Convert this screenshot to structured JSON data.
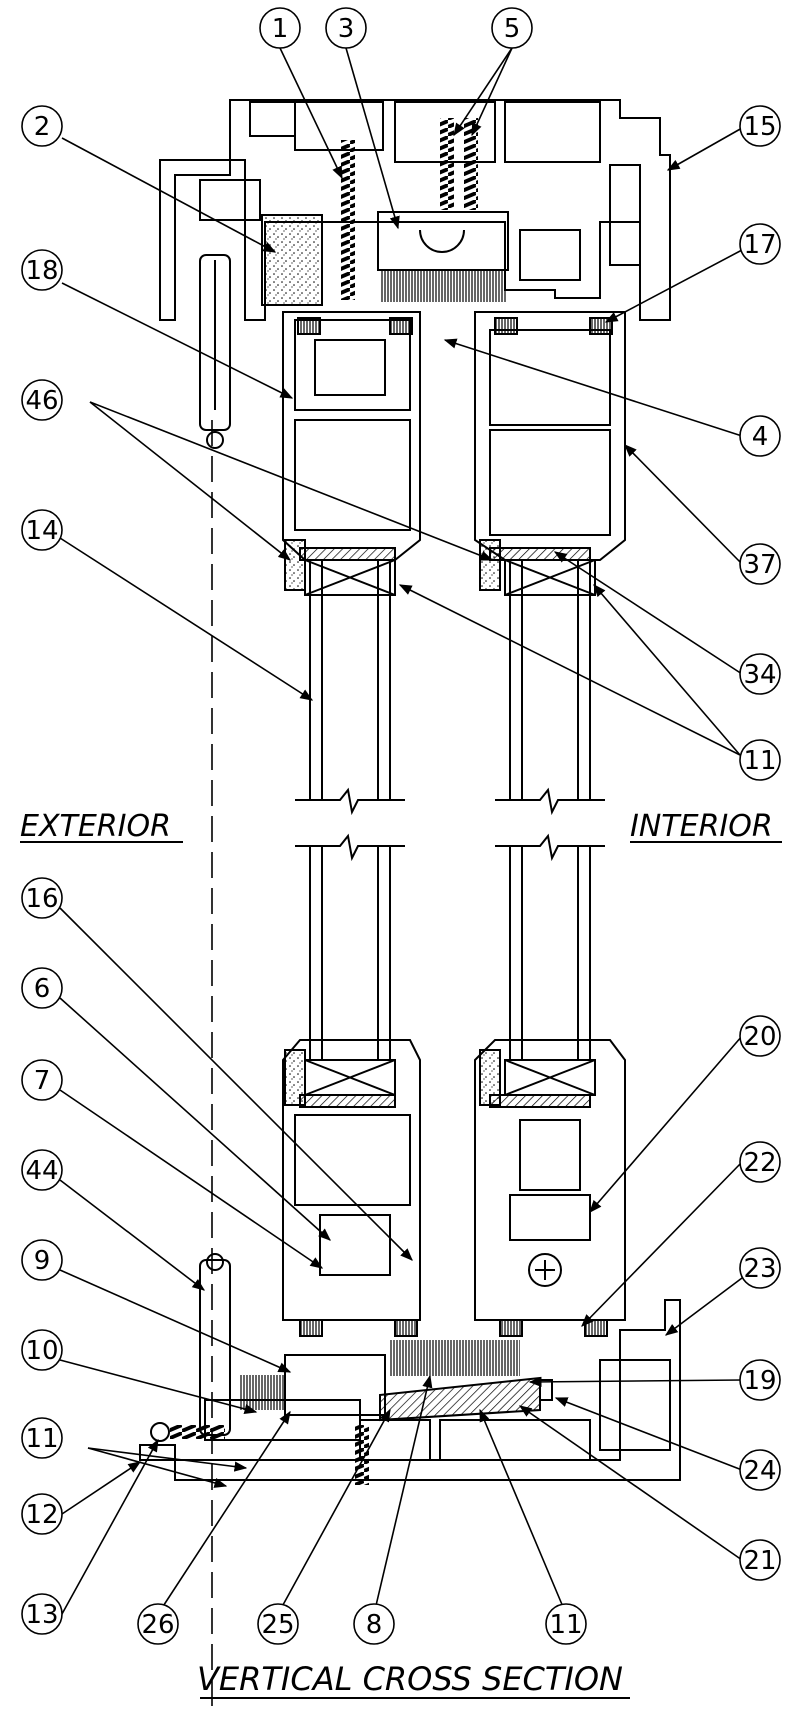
{
  "labels": {
    "exterior": "EXTERIOR",
    "interior": "INTERIOR",
    "title": "VERTICAL CROSS SECTION"
  },
  "callouts": {
    "c1": "1",
    "c3": "3",
    "c5": "5",
    "c2": "2",
    "c15": "15",
    "c18": "18",
    "c17": "17",
    "c46": "46",
    "c4": "4",
    "c14": "14",
    "c37": "37",
    "c34": "34",
    "c11a": "11",
    "c16": "16",
    "c6": "6",
    "c20": "20",
    "c7": "7",
    "c44": "44",
    "c22": "22",
    "c9": "9",
    "c23": "23",
    "c10": "10",
    "c19": "19",
    "c11b": "11",
    "c24": "24",
    "c12": "12",
    "c21": "21",
    "c13": "13",
    "c26": "26",
    "c25": "25",
    "c8": "8",
    "c11c": "11"
  }
}
